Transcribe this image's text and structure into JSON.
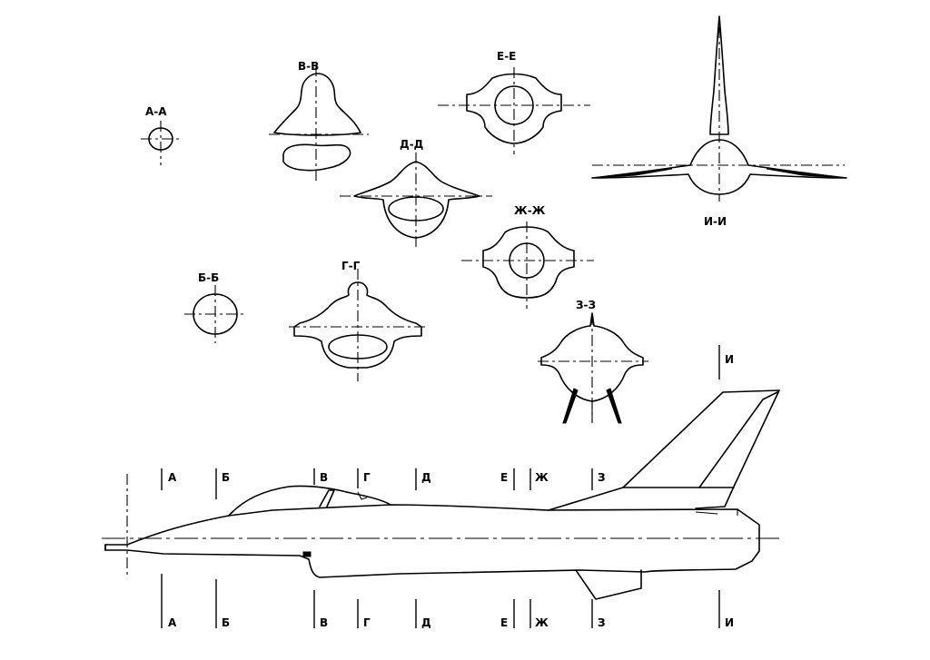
{
  "sections": [
    {
      "id": "A",
      "title": "А-А"
    },
    {
      "id": "B",
      "title": "Б-Б"
    },
    {
      "id": "V",
      "title": "В-В"
    },
    {
      "id": "G",
      "title": "Г-Г"
    },
    {
      "id": "D",
      "title": "Д-Д"
    },
    {
      "id": "E",
      "title": "Е-Е"
    },
    {
      "id": "ZH",
      "title": "Ж-Ж"
    },
    {
      "id": "Z",
      "title": "З-З"
    },
    {
      "id": "I",
      "title": "И-И"
    }
  ],
  "cut_letters": {
    "A": "А",
    "B": "Б",
    "V": "В",
    "G": "Г",
    "D": "Д",
    "E": "Е",
    "ZH": "Ж",
    "Z": "З",
    "I": "И"
  }
}
